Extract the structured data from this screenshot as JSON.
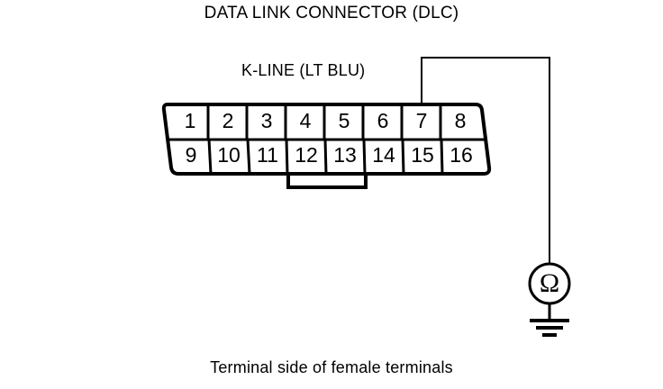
{
  "diagram": {
    "title": "DATA LINK CONNECTOR (DLC)",
    "caption": "Terminal side of female terminals",
    "wire_label": "K-LINE (LT BLU)",
    "ohmmeter_symbol": "Ω",
    "line_color": "#000000",
    "background_color": "#ffffff"
  },
  "connector": {
    "name": "Data Link Connector",
    "pin_count": 16,
    "top_row": [
      "1",
      "2",
      "3",
      "4",
      "5",
      "6",
      "7",
      "8"
    ],
    "bottom_row": [
      "9",
      "10",
      "11",
      "12",
      "13",
      "14",
      "15",
      "16"
    ],
    "keying_tab_under_pins": [
      "12",
      "13"
    ]
  },
  "measurement": {
    "probe_pin": "7",
    "instrument": "ohmmeter",
    "instrument_symbol": "Ω",
    "reference": "ground"
  }
}
